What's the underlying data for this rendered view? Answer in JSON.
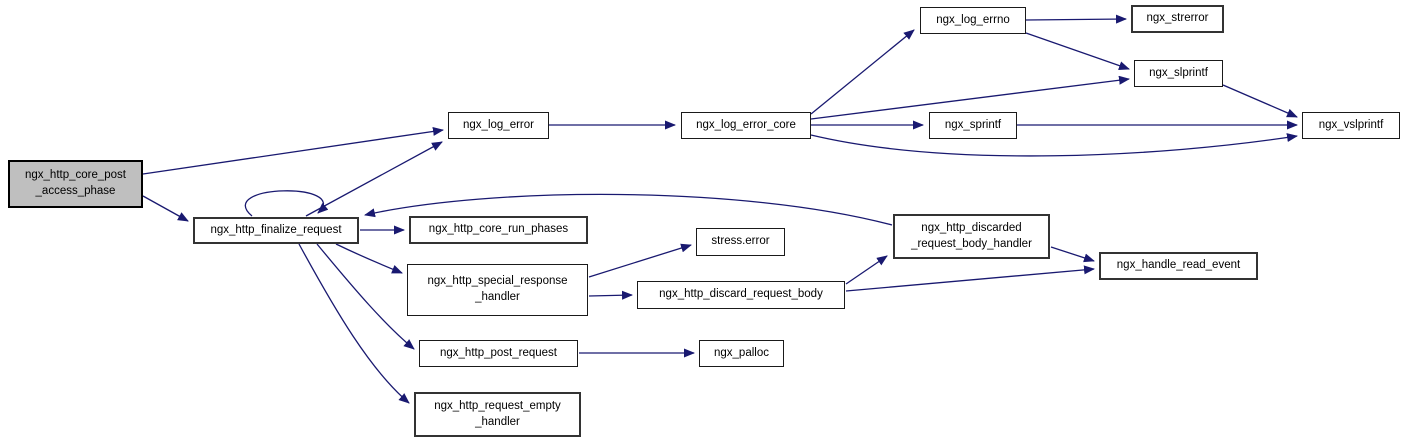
{
  "diagram": {
    "type": "call-graph",
    "root_function": "ngx_http_core_post_access_phase"
  },
  "colors": {
    "background": "#ffffff",
    "node_fill": "#ffffff",
    "current_node_fill": "#bfbfbf",
    "node_border": "#000000",
    "edge": "#191970",
    "text": "#000000"
  },
  "nodes": {
    "core_post_access_phase": {
      "line1": "ngx_http_core_post",
      "line2": "_access_phase"
    },
    "finalize_request": {
      "line1": "ngx_http_finalize_request"
    },
    "log_error": {
      "line1": "ngx_log_error"
    },
    "log_error_core": {
      "line1": "ngx_log_error_core"
    },
    "log_errno": {
      "line1": "ngx_log_errno"
    },
    "strerror": {
      "line1": "ngx_strerror"
    },
    "slprintf": {
      "line1": "ngx_slprintf"
    },
    "sprintf": {
      "line1": "ngx_sprintf"
    },
    "vslprintf": {
      "line1": "ngx_vslprintf"
    },
    "core_run_phases": {
      "line1": "ngx_http_core_run_phases"
    },
    "stress_error": {
      "line1": "stress.error"
    },
    "special_response_handler": {
      "line1": "ngx_http_special_response",
      "line2": "_handler"
    },
    "discard_request_body": {
      "line1": "ngx_http_discard_request_body"
    },
    "discarded_request_body_handler": {
      "line1": "ngx_http_discarded",
      "line2": "_request_body_handler"
    },
    "handle_read_event": {
      "line1": "ngx_handle_read_event"
    },
    "post_request": {
      "line1": "ngx_http_post_request"
    },
    "palloc": {
      "line1": "ngx_palloc"
    },
    "request_empty_handler": {
      "line1": "ngx_http_request_empty",
      "line2": "_handler"
    }
  },
  "edges": [
    {
      "from": "ngx_http_core_post_access_phase",
      "to": "ngx_log_error"
    },
    {
      "from": "ngx_http_core_post_access_phase",
      "to": "ngx_http_finalize_request"
    },
    {
      "from": "ngx_http_finalize_request",
      "to": "ngx_http_finalize_request"
    },
    {
      "from": "ngx_http_finalize_request",
      "to": "ngx_log_error"
    },
    {
      "from": "ngx_http_finalize_request",
      "to": "ngx_http_core_run_phases"
    },
    {
      "from": "ngx_http_finalize_request",
      "to": "ngx_http_special_response_handler"
    },
    {
      "from": "ngx_http_finalize_request",
      "to": "ngx_http_post_request"
    },
    {
      "from": "ngx_http_finalize_request",
      "to": "ngx_http_request_empty_handler"
    },
    {
      "from": "ngx_log_error",
      "to": "ngx_log_error_core"
    },
    {
      "from": "ngx_log_error_core",
      "to": "ngx_log_errno"
    },
    {
      "from": "ngx_log_error_core",
      "to": "ngx_slprintf"
    },
    {
      "from": "ngx_log_error_core",
      "to": "ngx_sprintf"
    },
    {
      "from": "ngx_log_error_core",
      "to": "ngx_vslprintf"
    },
    {
      "from": "ngx_log_errno",
      "to": "ngx_strerror"
    },
    {
      "from": "ngx_log_errno",
      "to": "ngx_slprintf"
    },
    {
      "from": "ngx_slprintf",
      "to": "ngx_vslprintf"
    },
    {
      "from": "ngx_sprintf",
      "to": "ngx_vslprintf"
    },
    {
      "from": "ngx_http_special_response_handler",
      "to": "stress.error"
    },
    {
      "from": "ngx_http_special_response_handler",
      "to": "ngx_http_discard_request_body"
    },
    {
      "from": "ngx_http_discard_request_body",
      "to": "ngx_http_discarded_request_body_handler"
    },
    {
      "from": "ngx_http_discard_request_body",
      "to": "ngx_handle_read_event"
    },
    {
      "from": "ngx_http_discarded_request_body_handler",
      "to": "ngx_handle_read_event"
    },
    {
      "from": "ngx_http_discarded_request_body_handler",
      "to": "ngx_http_finalize_request"
    },
    {
      "from": "ngx_http_post_request",
      "to": "ngx_palloc"
    }
  ]
}
